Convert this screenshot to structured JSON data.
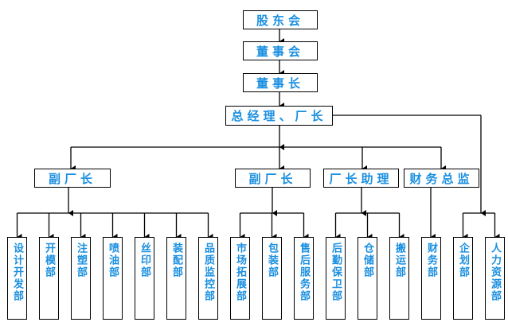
{
  "colors": {
    "text": "#1a8fe0",
    "line": "#000000",
    "box_border": "#000000"
  },
  "org": {
    "top": [
      {
        "id": "shareholders",
        "label": "股东会"
      },
      {
        "id": "board",
        "label": "董事会"
      },
      {
        "id": "chairman",
        "label": "董事长"
      },
      {
        "id": "gm",
        "label": "总经理、厂长"
      }
    ],
    "managers": [
      {
        "id": "vp1",
        "label": "副厂长"
      },
      {
        "id": "vp2",
        "label": "副厂长"
      },
      {
        "id": "assistant",
        "label": "厂长助理"
      },
      {
        "id": "cfo",
        "label": "财务总监"
      }
    ],
    "departments": [
      {
        "label": "设计开发部",
        "parent": "vp1"
      },
      {
        "label": "开模部",
        "parent": "vp1"
      },
      {
        "label": "注塑部",
        "parent": "vp1"
      },
      {
        "label": "喷油部",
        "parent": "vp1"
      },
      {
        "label": "丝印部",
        "parent": "vp1"
      },
      {
        "label": "装配部",
        "parent": "vp1"
      },
      {
        "label": "品质监控部",
        "parent": "vp1"
      },
      {
        "label": "市场拓展部",
        "parent": "vp2"
      },
      {
        "label": "包装部",
        "parent": "vp2"
      },
      {
        "label": "售后服务部",
        "parent": "vp2"
      },
      {
        "label": "后勤保卫部",
        "parent": "assistant"
      },
      {
        "label": "仓储部",
        "parent": "assistant"
      },
      {
        "label": "搬运部",
        "parent": "assistant"
      },
      {
        "label": "财务部",
        "parent": "cfo"
      },
      {
        "label": "企划部",
        "parent": "gm"
      },
      {
        "label": "人力资源部",
        "parent": "gm"
      }
    ]
  }
}
